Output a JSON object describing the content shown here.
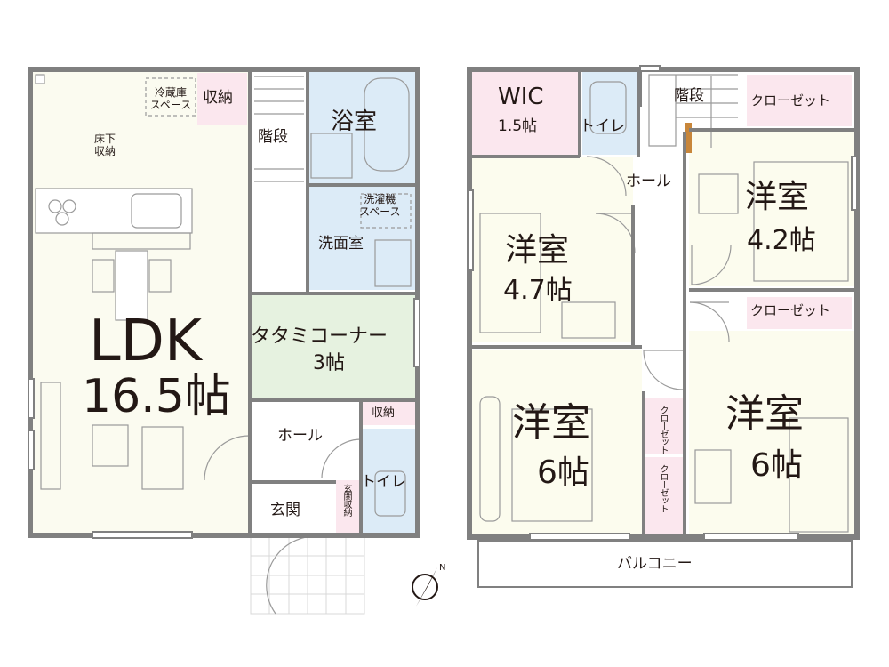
{
  "colors": {
    "wall": "#808080",
    "ldk_floor": "#fbfbf0",
    "room_floor": "#fcfcee",
    "wet_area": "#dcebf7",
    "tatami": "#e6f2e0",
    "storage": "#fbe7ee",
    "text": "#231815",
    "door_accent": "#c8863a"
  },
  "floor1": {
    "ldk": {
      "name": "LDK",
      "size": "16.5帖"
    },
    "fridge_space": "冷蔵庫\nスペース",
    "storage_top": "収納",
    "underfloor_storage": "床下\n収納",
    "stairs": "階段",
    "bath": "浴室",
    "washer_space": "洗濯機\nスペース",
    "washroom": "洗面室",
    "tatami_corner": {
      "name": "タタミコーナー",
      "size": "3帖"
    },
    "storage_mid": "収納",
    "hall": "ホール",
    "toilet": "トイレ",
    "entrance": "玄関",
    "entrance_storage": "玄関収納"
  },
  "floor2": {
    "wic": {
      "name": "WIC",
      "size": "1.5帖"
    },
    "toilet": "トイレ",
    "stairs": "階段",
    "closet_top": "クローゼット",
    "hall": "ホール",
    "room_47": {
      "name": "洋室",
      "size": "4.7帖"
    },
    "room_42": {
      "name": "洋室",
      "size": "4.2帖"
    },
    "closet_mid": "クローゼット",
    "room_6_left": {
      "name": "洋室",
      "size": "6帖"
    },
    "closet_v1": "クローゼット",
    "closet_v2": "クローゼット",
    "room_6_right": {
      "name": "洋室",
      "size": "6帖"
    },
    "balcony": "バルコニー"
  },
  "compass": {
    "north": "N"
  }
}
